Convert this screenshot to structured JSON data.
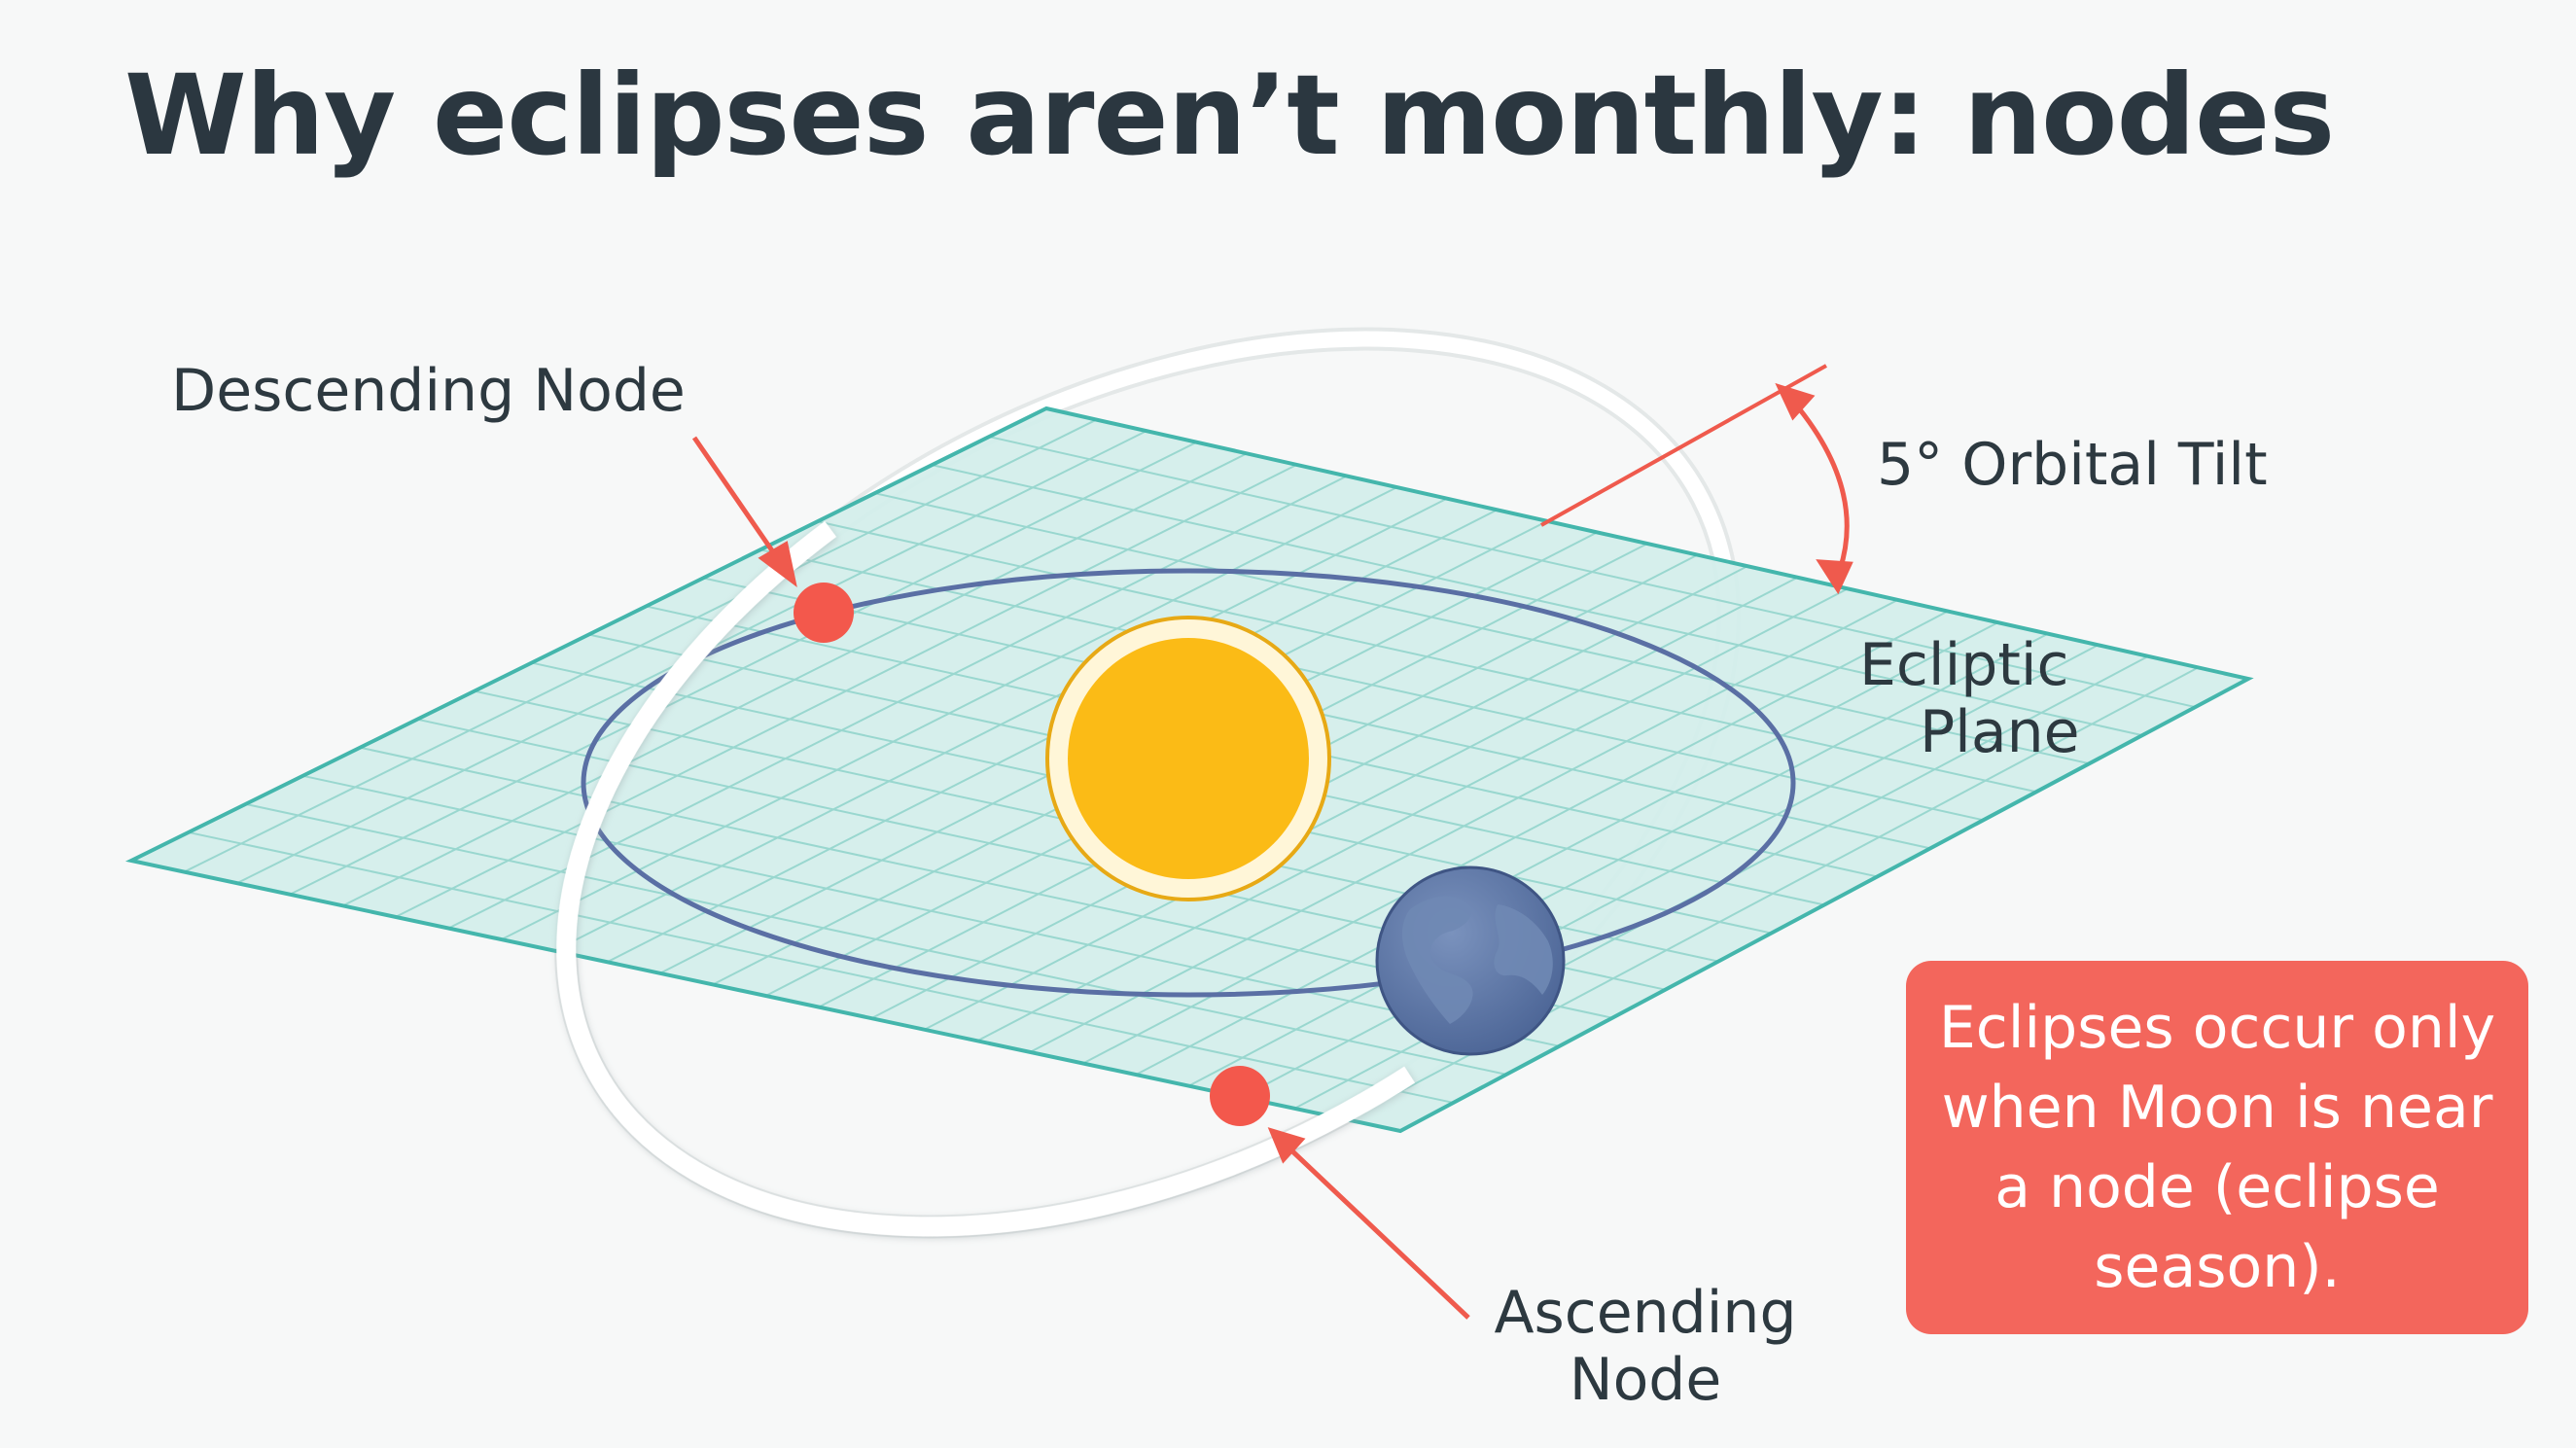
{
  "title": "Why eclipses aren’t monthly: nodes",
  "labels": {
    "descending_node": "Descending Node",
    "ascending_node": [
      "Ascending",
      "Node"
    ],
    "orbital_tilt": "5° Orbital Tilt",
    "ecliptic_plane": [
      "Ecliptic",
      "Plane"
    ]
  },
  "callout": "Eclipses occur only when Moon is near a node (eclipse season).",
  "colors": {
    "plane_fill": "#d3eeea",
    "plane_grid": "#8fd3cb",
    "plane_edge": "#44b6ac",
    "earth_orbit": "#5a6fa4",
    "moon_orbit": "#ffffff",
    "sun": "#fbbb16",
    "sun_ring": "#e7a915",
    "earth": "#5c79a9",
    "node": "#f3584c",
    "accent": "#f3665c"
  },
  "icons": [
    "sun-icon",
    "earth-icon",
    "node-marker-icon"
  ]
}
